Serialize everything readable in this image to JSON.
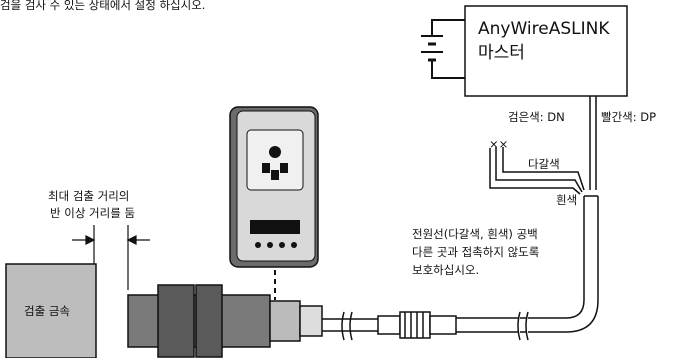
{
  "top_text": "검을 검사 수 있는 상태에서 설정 하십시오.",
  "master_box": {
    "line1": "AnyWireASLINK",
    "line2": "마스터"
  },
  "wire_labels": {
    "black_dn": "검은색: DN",
    "red_dp": "빨간색: DP",
    "brown": "다갈색",
    "white": "흰색",
    "crosses": "××"
  },
  "distance_note": {
    "line1": "최대 검출 거리의",
    "line2": "반 이상 거리를 둠"
  },
  "target_label": "검출 금속",
  "power_note": {
    "line1": "전원선(다갈색, 흰색) 공백",
    "line2": "다른 곳과 접촉하지 않도록",
    "line3": "보호하십시오."
  }
}
